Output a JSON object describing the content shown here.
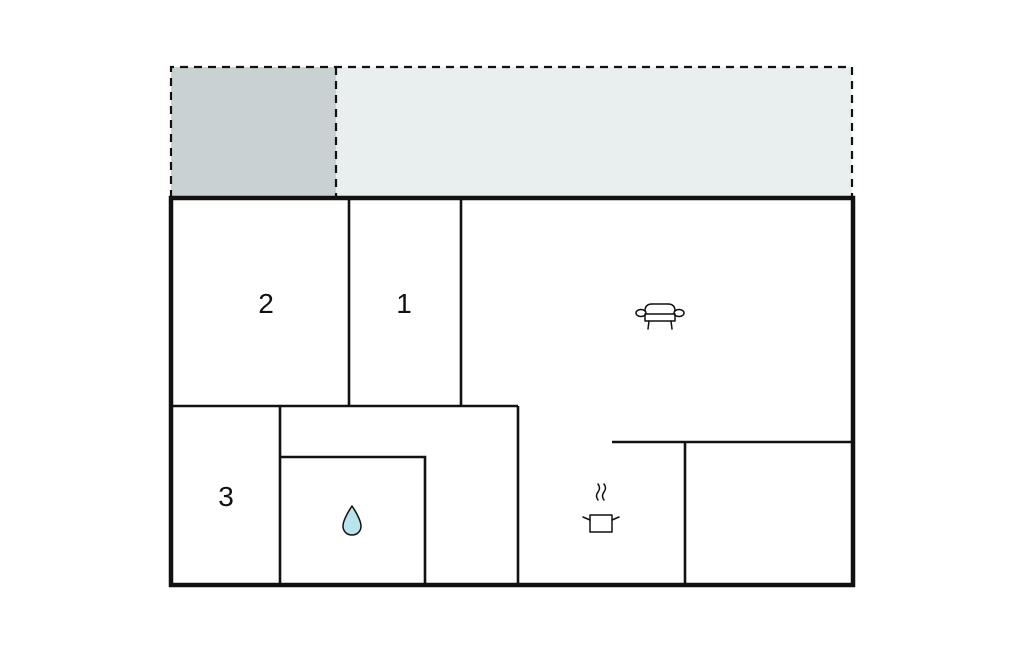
{
  "floorplan": {
    "room_labels": {
      "room_1": "1",
      "room_2": "2",
      "room_3": "3"
    },
    "icons": {
      "living_room": "sofa-icon",
      "bathroom": "water-drop-icon",
      "kitchen": "cooking-pot-icon"
    },
    "colors": {
      "terrace_dark": "#c9d2d3",
      "terrace_light": "#e9eeef",
      "water_drop": "#b8e4ec",
      "walls": "#111111"
    }
  }
}
